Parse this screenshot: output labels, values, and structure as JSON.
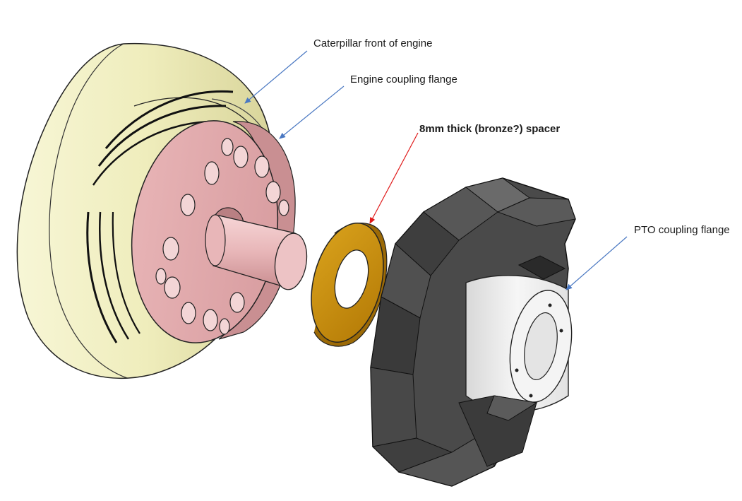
{
  "labels": {
    "caterpillar_front": "Caterpillar front of engine",
    "engine_flange": "Engine coupling flange",
    "spacer": "8mm thick (bronze?) spacer",
    "pto_flange": "PTO coupling flange"
  },
  "colors": {
    "engine_housing": "#f3f1c4",
    "engine_flange": "#e9b8b9",
    "spacer": "#c58a0c",
    "pto_block": "#4a4a4a",
    "pto_hub": "#f0f0f0",
    "arrow_blue": "#4a78c2",
    "arrow_red": "#e01a1a"
  }
}
